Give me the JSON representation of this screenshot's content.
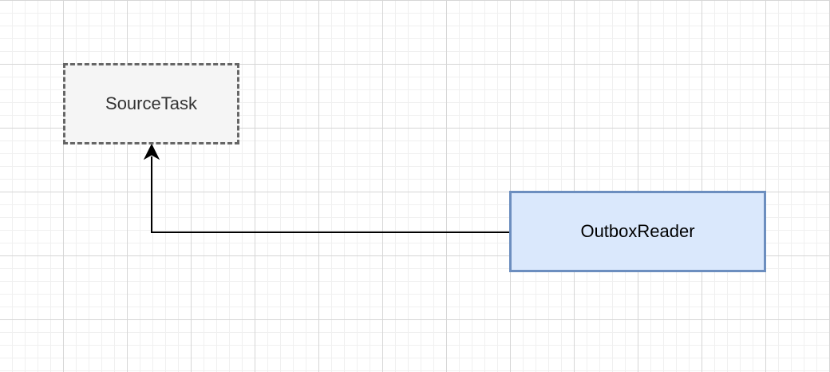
{
  "diagram": {
    "nodes": [
      {
        "id": "source-task",
        "label": "SourceTask",
        "fill": "#f5f5f5",
        "stroke": "#666666",
        "style": "dashed"
      },
      {
        "id": "outbox-reader",
        "label": "OutboxReader",
        "fill": "#dae8fc",
        "stroke": "#6c8ebf",
        "style": "solid"
      }
    ],
    "edges": [
      {
        "from": "outbox-reader",
        "to": "source-task",
        "arrow": "end"
      }
    ]
  }
}
